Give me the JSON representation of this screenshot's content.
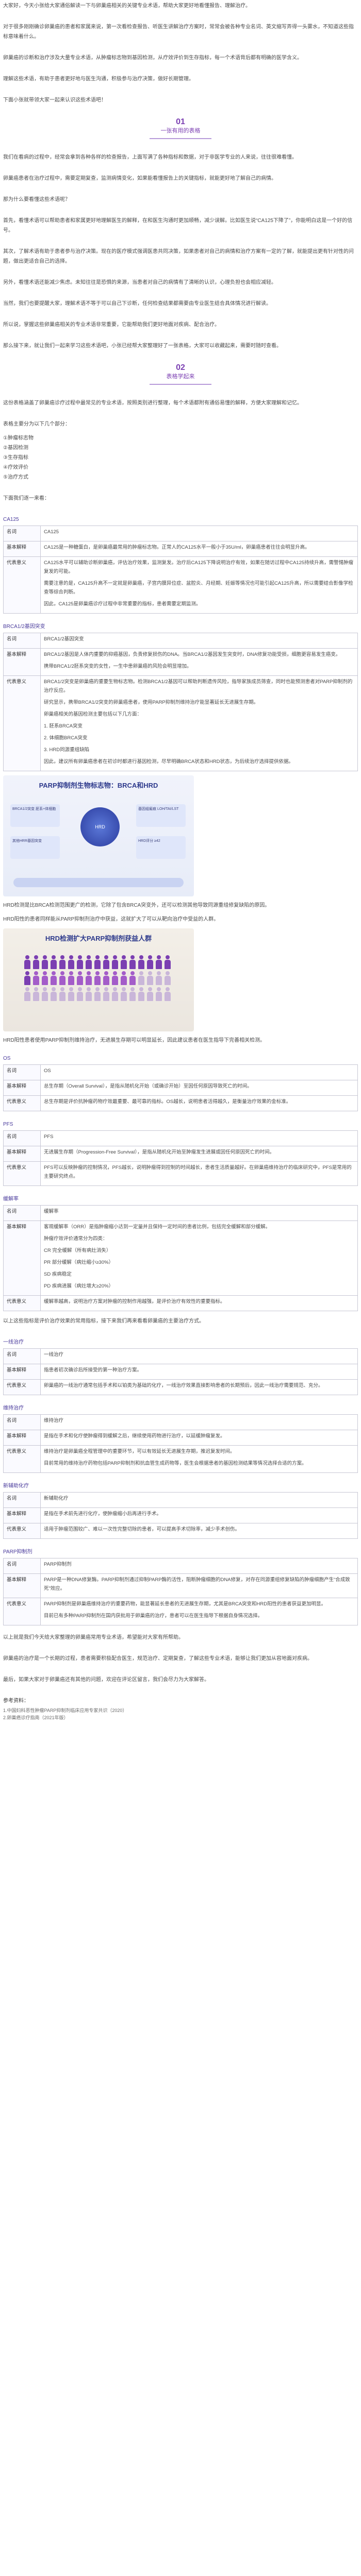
{
  "intro": [
    "大家好，今天小张给大家通俗解读一下与卵巢癌相关的关键专业术语，帮助大家更好地看懂报告、理解治疗。",
    "对于很多刚刚确诊卵巢癌的患者和家属来说，第一次看检查报告、听医生讲解治疗方案时，常常会被各种专业名词、英文缩写弄得一头雾水，不知道这些指标意味着什么。",
    "卵巢癌的诊断和治疗涉及大量专业术语，从肿瘤标志物到基因检测，从疗效评价到生存指标，每一个术语背后都有明确的医学含义。",
    "理解这些术语，有助于患者更好地与医生沟通，积极参与治疗决策，做好长期管理。",
    "下面小张就带领大家一起来认识这些术语吧！"
  ],
  "section1": {
    "num": "01",
    "title": "一张有用的表格",
    "paras": [
      "我们在看病的过程中，经常会拿到各种各样的检查报告，上面写满了各种指标和数据，对于非医学专业的人来说，往往很难看懂。",
      "卵巢癌患者在治疗过程中，需要定期复查，监测病情变化，如果能看懂报告上的关键指标，就能更好地了解自己的病情。",
      "那为什么要看懂这些术语呢？",
      "首先，看懂术语可以帮助患者和家属更好地理解医生的解释，在和医生沟通时更加顺畅，减少误解。比如医生说“CA125下降了”，你能明白这是一个好的信号。",
      "其次，了解术语有助于患者参与治疗决策。现在的医疗模式强调医患共同决策，如果患者对自己的病情和治疗方案有一定的了解，就能提出更有针对性的问题，做出更适合自己的选择。",
      "另外，看懂术语还能减少焦虑。未知往往是恐惧的来源，当患者对自己的病情有了清晰的认识，心理负担也会相应减轻。",
      "当然，我们也要提醒大家，理解术语不等于可以自己下诊断，任何检查结果都需要由专业医生结合具体情况进行解读。",
      "所以说，掌握这些卵巢癌相关的专业术语非常重要，它能帮助我们更好地面对疾病、配合治疗。",
      "那么接下来，就让我们一起来学习这些术语吧，小张已经帮大家整理好了一张表格，大家可以收藏起来，需要时随时查看。"
    ]
  },
  "section2": {
    "num": "02",
    "title": "表格学起来",
    "intro_paras": [
      "这份表格涵盖了卵巢癌诊疗过程中最常见的专业术语，按照类别进行整理，每个术语都附有通俗易懂的解释，方便大家理解和记忆。",
      "表格主要分为以下几个部分："
    ],
    "list": [
      "①肿瘤标志物",
      "②基因检测",
      "③生存指标",
      "④疗效评价",
      "⑤治疗方式"
    ],
    "outro": "下面我们逐一来看："
  },
  "categories": [
    {
      "label": "CA125",
      "rows": [
        {
          "k": "名词",
          "v": [
            "CA125"
          ]
        },
        {
          "k": "基本解释",
          "v": [
            "CA125是一种糖蛋白，是卵巢癌最常用的肿瘤标志物。正常人的CA125水平一般小于35U/ml，卵巢癌患者往往会明显升高。"
          ]
        },
        {
          "k": "代表意义",
          "v": [
            "CA125水平可以辅助诊断卵巢癌，评估治疗效果，监测复发。治疗后CA125下降说明治疗有效，如果在随访过程中CA125持续升高，需警惕肿瘤复发的可能。",
            "需要注意的是，CA125升高不一定就是卵巢癌，子宫内膜异位症、盆腔炎、月经期、妊娠等情况也可能引起CA125升高，所以需要结合影像学检查等综合判断。",
            "因此，CA125是卵巢癌诊疗过程中非常重要的指标，患者需要定期监测。"
          ]
        }
      ]
    },
    {
      "label": "BRCA1/2基因突变",
      "rows": [
        {
          "k": "名词",
          "v": [
            "BRCA1/2基因突变"
          ]
        },
        {
          "k": "基本解释",
          "v": [
            "BRCA1/2基因是人体内重要的抑癌基因，负责修复损伤的DNA。当BRCA1/2基因发生突变时，DNA修复功能受损，细胞更容易发生癌变。",
            "携带BRCA1/2胚系突变的女性，一生中患卵巢癌的风险会明显增加。"
          ]
        },
        {
          "k": "代表意义",
          "v": [
            "BRCA1/2突变是卵巢癌的重要生物标志物。检测BRCA1/2基因可以帮助判断遗传风险，指导家族成员筛查，同时也能预测患者对PARP抑制剂的治疗反应。",
            "研究显示，携带BRCA1/2突变的卵巢癌患者，使用PARP抑制剂维持治疗能显著延长无进展生存期。",
            "卵巢癌相关的基因检测主要包括以下几方面：",
            "1. 胚系BRCA突变",
            "2. 体细胞BRCA突变",
            "3. HRD同源重组缺陷",
            "因此，建议所有卵巢癌患者在初诊时都进行基因检测，尽早明确BRCA状态和HRD状态，为后续治疗选择提供依据。"
          ]
        }
      ],
      "fig1": {
        "title": "PARP抑制剂生物标志物：BRCA和HRD",
        "center": "HRD",
        "box_left_a": "BRCA1/2突变 胚系+体细胞",
        "box_left_b": "其他HRR基因突变",
        "box_right_a": "基因组瘢痕 LOH/TAI/LST",
        "box_right_b": "HRD评分 ≥42"
      },
      "after_fig1": [
        "HRD检测是比BRCA检测范围更广的检测，它除了包含BRCA突变外，还可以检测其他导致同源重组修复缺陷的原因。",
        "HRD阳性的患者同样能从PARP抑制剂治疗中获益，这就扩大了可以从靶向治疗中受益的人群。"
      ],
      "fig2": {
        "title": "HRD检测扩大PARP抑制剂获益人群"
      },
      "after_fig2": [
        "HRD阳性患者使用PARP抑制剂维持治疗，无进展生存期可以明显延长，因此建议患者在医生指导下完善相关检测。"
      ]
    },
    {
      "label": "OS",
      "rows": [
        {
          "k": "名词",
          "v": [
            "OS"
          ]
        },
        {
          "k": "基本解释",
          "v": [
            "总生存期（Overall Survival），是指从随机化开始（或确诊开始）至因任何原因导致死亡的时间。"
          ]
        },
        {
          "k": "代表意义",
          "v": [
            "总生存期是评价抗肿瘤药物疗效最重要、最可靠的指标。OS越长，说明患者活得越久，是衡量治疗效果的金标准。"
          ]
        }
      ]
    },
    {
      "label": "PFS",
      "rows": [
        {
          "k": "名词",
          "v": [
            "PFS"
          ]
        },
        {
          "k": "基本解释",
          "v": [
            "无进展生存期（Progression-Free Survival），是指从随机化开始至肿瘤发生进展或因任何原因死亡的时间。"
          ]
        },
        {
          "k": "代表意义",
          "v": [
            "PFS可以反映肿瘤的控制情况，PFS越长，说明肿瘤得到控制的时间越长，患者生活质量越好。在卵巢癌维持治疗的临床研究中，PFS是常用的主要研究终点。"
          ]
        }
      ]
    },
    {
      "label": "缓解率",
      "rows": [
        {
          "k": "名词",
          "v": [
            "缓解率"
          ]
        },
        {
          "k": "基本解释",
          "v": [
            "客观缓解率（ORR）是指肿瘤缩小达到一定量并且保持一定时间的患者比例，包括完全缓解和部分缓解。",
            "肿瘤疗效评价通常分为四类：",
            "CR 完全缓解（所有病灶消失）",
            "PR 部分缓解（病灶缩小≥30%）",
            "SD 疾病稳定",
            "PD 疾病进展（病灶增大≥20%）"
          ]
        },
        {
          "k": "代表意义",
          "v": [
            "缓解率越高，说明治疗方案对肿瘤的控制作用越强，是评价治疗有效性的重要指标。"
          ]
        }
      ]
    }
  ],
  "mid_note": "以上这些指标是评价治疗效果的常用指标，接下来我们再来看看卵巢癌的主要治疗方式。",
  "categories2": [
    {
      "label": "一线治疗",
      "rows": [
        {
          "k": "名词",
          "v": [
            "一线治疗"
          ]
        },
        {
          "k": "基本解释",
          "v": [
            "指患者初次确诊后所接受的第一种治疗方案。"
          ]
        },
        {
          "k": "代表意义",
          "v": [
            "卵巢癌的一线治疗通常包括手术和以铂类为基础的化疗，一线治疗效果直接影响患者的长期预后，因此一线治疗需要规范、充分。"
          ]
        }
      ]
    },
    {
      "label": "维持治疗",
      "rows": [
        {
          "k": "名词",
          "v": [
            "维持治疗"
          ]
        },
        {
          "k": "基本解释",
          "v": [
            "是指在手术和化疗使肿瘤得到缓解之后，继续使用药物进行治疗，以延缓肿瘤复发。"
          ]
        },
        {
          "k": "代表意义",
          "v": [
            "维持治疗是卵巢癌全程管理中的重要环节，可以有效延长无进展生存期，推迟复发时间。",
            "目前常用的维持治疗药物包括PARP抑制剂和抗血管生成药物等，医生会根据患者的基因检测结果等情况选择合适的方案。"
          ]
        }
      ]
    },
    {
      "label": "新辅助化疗",
      "rows": [
        {
          "k": "名词",
          "v": [
            "新辅助化疗"
          ]
        },
        {
          "k": "基本解释",
          "v": [
            "是指在手术前先进行化疗，使肿瘤缩小后再进行手术。"
          ]
        },
        {
          "k": "代表意义",
          "v": [
            "适用于肿瘤范围较广、难以一次性完整切除的患者，可以提高手术切除率，减少手术创伤。"
          ]
        }
      ]
    },
    {
      "label": "PARP抑制剂",
      "rows": [
        {
          "k": "名词",
          "v": [
            "PARP抑制剂"
          ]
        },
        {
          "k": "基本解释",
          "v": [
            "PARP是一种DNA修复酶。PARP抑制剂通过抑制PARP酶的活性，阻断肿瘤细胞的DNA修复，对存在同源重组修复缺陷的肿瘤细胞产生“合成致死”效应。"
          ]
        },
        {
          "k": "代表意义",
          "v": [
            "PARP抑制剂是卵巢癌维持治疗的重要药物，能显著延长患者的无进展生存期，尤其是BRCA突变和HRD阳性的患者获益更加明显。",
            "目前已有多种PARP抑制剂在国内获批用于卵巢癌的治疗，患者可以在医生指导下根据自身情况选择。"
          ]
        }
      ]
    }
  ],
  "closing": [
    "以上就是我们今天给大家整理的卵巢癌常用专业术语，希望能对大家有所帮助。",
    "卵巢癌的治疗是一个长期的过程，患者需要积极配合医生，规范治疗、定期复查，了解这些专业术语，能够让我们更加从容地面对疾病。",
    "最后，如果大家对于卵巢癌还有其他的问题，欢迎在评论区留言，我们会尽力为大家解答。"
  ],
  "refs_title": "参考资料：",
  "refs": [
    "1.中国妇科恶性肿瘤PARP抑制剂临床应用专家共识（2020）",
    "2.卵巢癌诊疗指南（2021年版）"
  ]
}
